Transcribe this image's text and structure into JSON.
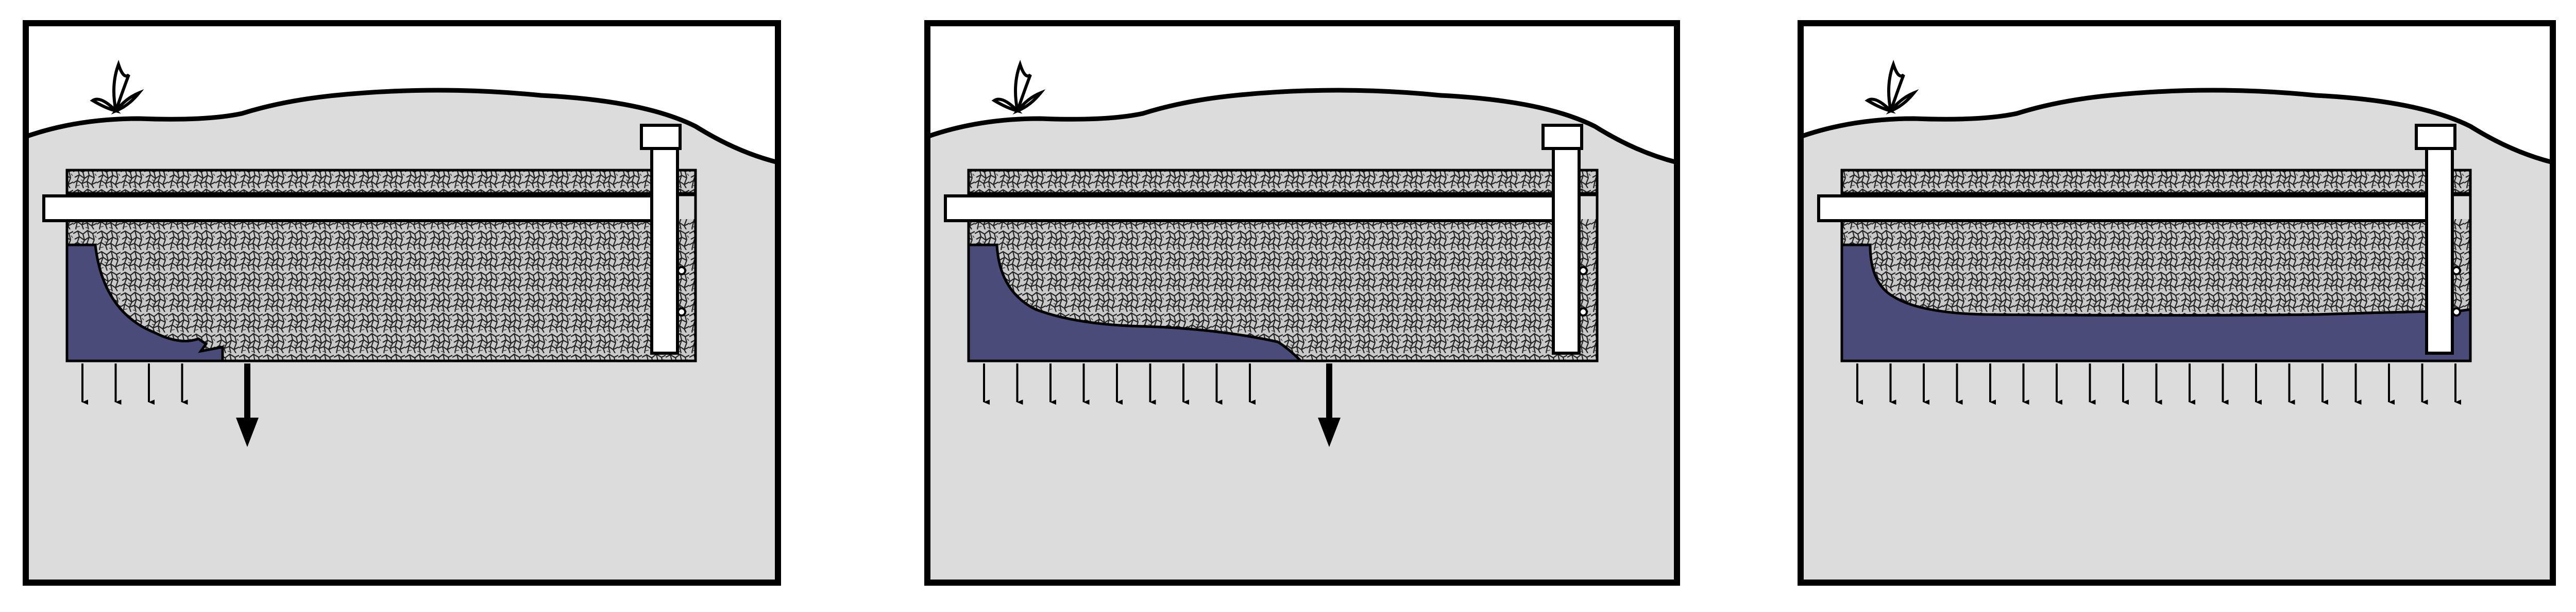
{
  "diagram": {
    "panels": [
      {
        "id": "panel-1",
        "stage": 1,
        "lateral_drip_arrows": 4,
        "deep_flow_arrow": true
      },
      {
        "id": "panel-2",
        "stage": 2,
        "lateral_drip_arrows": 9,
        "deep_flow_arrow": true
      },
      {
        "id": "panel-3",
        "stage": 3,
        "lateral_drip_arrows": 19,
        "deep_flow_arrow": false
      }
    ],
    "colors": {
      "soil": "#dcdcdc",
      "effluent": "#4b4b7a",
      "gravel": "#c9c9c9",
      "pipe": "#ffffff",
      "outline": "#000000"
    },
    "icons": [
      "grass-tuft-icon",
      "inspection-port-icon",
      "gravel-texture",
      "downward-arrow-icon"
    ]
  }
}
